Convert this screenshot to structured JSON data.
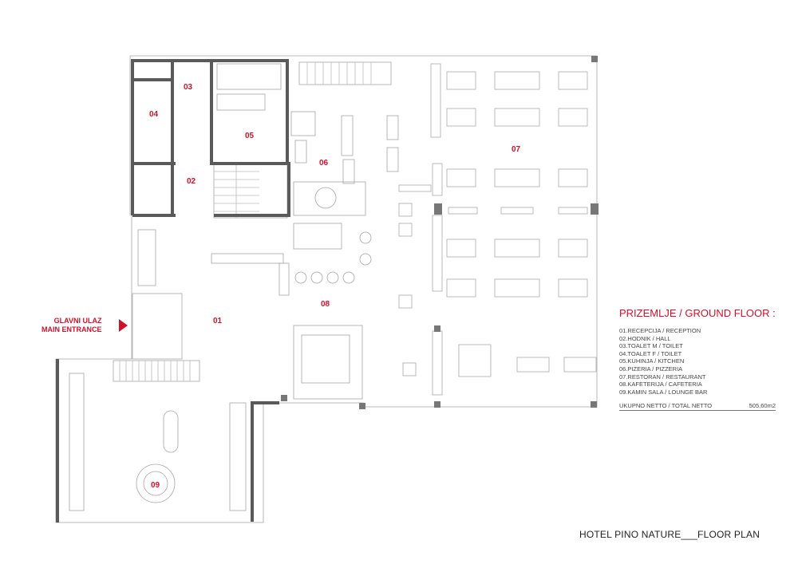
{
  "rooms": [
    {
      "id": "01",
      "label": "01"
    },
    {
      "id": "02",
      "label": "02"
    },
    {
      "id": "03",
      "label": "03"
    },
    {
      "id": "04",
      "label": "04"
    },
    {
      "id": "05",
      "label": "05"
    },
    {
      "id": "06",
      "label": "06"
    },
    {
      "id": "07",
      "label": "07"
    },
    {
      "id": "08",
      "label": "08"
    },
    {
      "id": "09",
      "label": "09"
    }
  ],
  "entrance": {
    "line1": "GLAVNI ULAZ",
    "line2": "MAIN ENTRANCE"
  },
  "legend": {
    "title": "PRIZEMLJE / GROUND FLOOR :",
    "items": [
      "01.RECEPCIJA / RECEPTION",
      "02.HODNIK / HALL",
      "03.TOALET M / TOILET",
      "04.TOALET F / TOILET",
      "05.KUHINJA / KITCHEN",
      "06.PIZERIA / PIZZERIA",
      "07.RESTORAN / RESTAURANT",
      "08.KAFETERIJA / CAFETERIA",
      "09.KAMIN SALA / LOUNGE BAR"
    ],
    "total_label": "UKUPNO NETTO / TOTAL NETTO",
    "total_value": "505,60m2"
  },
  "caption": "HOTEL PINO NATURE___FLOOR PLAN",
  "colors": {
    "accent": "#d0112b",
    "wall": "#5a5a5a",
    "line": "#9a9a9a"
  }
}
